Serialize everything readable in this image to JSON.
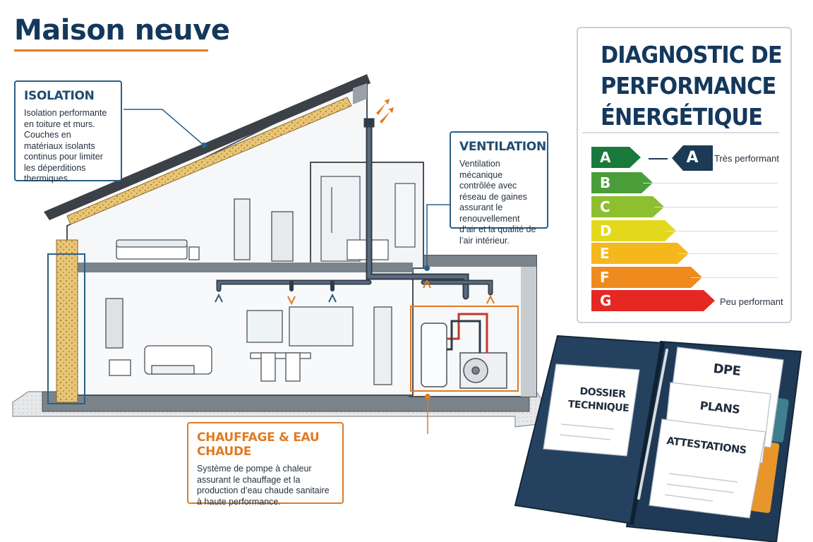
{
  "title": "Maison neuve",
  "isolation": {
    "title": "ISOLATION",
    "text": "Isolation performante en toiture et murs. Couches en matériaux isolants continus pour limiter les déperditions thermiques."
  },
  "ventilation": {
    "title": "VENTILATION",
    "text": "Ventilation mécanique contrôlée avec réseau de gaines assurant le renouvellement d’air et la qualité de l’air intérieur."
  },
  "heating": {
    "title": "CHAUFFAGE & EAU CHAUDE",
    "text": "Système de pompe à chaleur assurant le chauffage et la production d’eau chaude sanitaire à haute performance."
  },
  "dpe": {
    "title_lines": [
      "DIAGNOSTIC DE",
      "PERFORMANCE",
      "ÉNERGÉTIQUE"
    ],
    "classes": [
      {
        "letter": "A",
        "color": "#1a7a3c"
      },
      {
        "letter": "B",
        "color": "#4a9e3a"
      },
      {
        "letter": "C",
        "color": "#8dbf2f"
      },
      {
        "letter": "D",
        "color": "#e4d81d"
      },
      {
        "letter": "E",
        "color": "#f4b81c"
      },
      {
        "letter": "F",
        "color": "#ee8a1e"
      },
      {
        "letter": "G",
        "color": "#e52822"
      }
    ],
    "rating": "A",
    "best_label": "Très performant",
    "worst_label": "Peu performant"
  },
  "folder": {
    "cover_label_line1": "DOSSIER",
    "cover_label_line2": "TECHNIQUE",
    "doc1": "DPE",
    "doc2": "PLANS",
    "doc3": "ATTESTATIONS"
  },
  "colors": {
    "brand_navy": "#14385c",
    "accent_blue": "#2a5f86",
    "accent_orange": "#e07b24"
  }
}
